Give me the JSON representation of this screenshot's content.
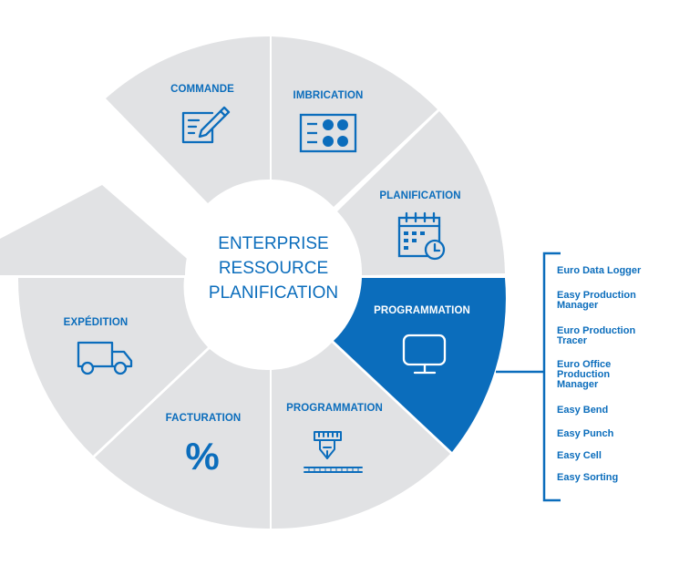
{
  "center": {
    "lines": [
      "ENTERPRISE",
      "RESSOURCE",
      "PLANIFICATION"
    ]
  },
  "segments": {
    "commande": "COMMANDE",
    "imbrication": "IMBRICATION",
    "planification": "PLANIFICATION",
    "programmation_main": "PROGRAMMATION",
    "programmation_lower": "PROGRAMMATION",
    "facturation": "FACTURATION",
    "expedition": "EXPÉDITION",
    "facturation_symbol": "%"
  },
  "software_list": [
    [
      "Euro Data Logger"
    ],
    [
      "Easy Production",
      "Manager"
    ],
    [
      "Euro Production",
      "Tracer"
    ],
    [
      "Euro Office",
      "Production",
      "Manager"
    ],
    [
      "Easy Bend"
    ],
    [
      "Easy Punch"
    ],
    [
      "Easy Cell"
    ],
    [
      "Easy Sorting"
    ]
  ],
  "colors": {
    "segment_gray": "#e1e2e4",
    "accent_blue": "#0b6dbc",
    "center_white": "#ffffff"
  },
  "icons": {
    "commande": "clipboard-pencil-icon",
    "imbrication": "nesting-grid-icon",
    "planification": "calendar-clock-icon",
    "programmation_main": "monitor-icon",
    "programmation_lower": "press-tool-icon",
    "expedition": "delivery-truck-icon"
  }
}
